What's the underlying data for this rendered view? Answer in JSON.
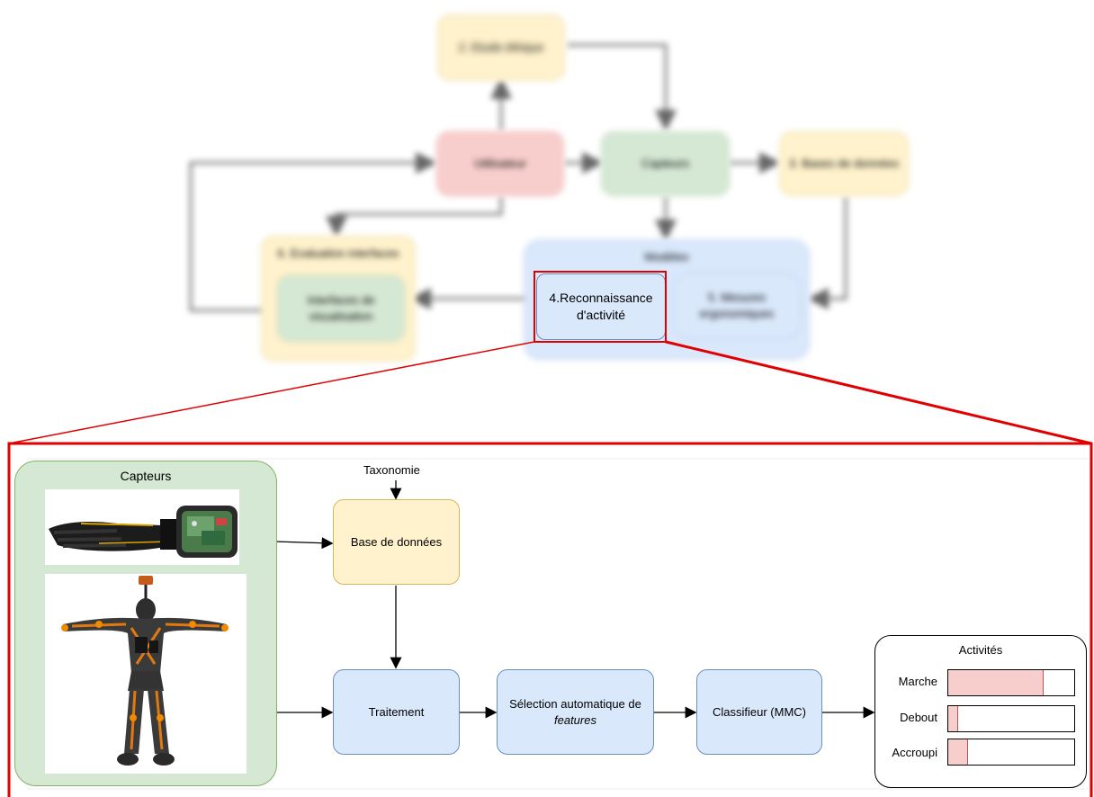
{
  "top_diagram": {
    "ethics": "2. Etude éthique",
    "user": "Utilisateur",
    "sensors": "Capteurs",
    "database": "3. Bases de données",
    "eval_group": "6. Evaluation interfaces",
    "interfaces": "Interfaces de visualisation",
    "models_group": "Modèles",
    "activity_recognition": "4.Reconnaissance d'activité",
    "ergonomic": "5. Mesures ergonomiques"
  },
  "detail": {
    "sensors_title": "Capteurs",
    "taxonomy": "Taxonomie",
    "database": "Base de données",
    "processing": "Traitement",
    "feature_selection_prefix": "Sélection automatique de",
    "feature_selection_em": "features",
    "classifier": "Classifieur (MMC)",
    "activities_title": "Activités",
    "activities": [
      {
        "label": "Marche",
        "value": 0.75
      },
      {
        "label": "Debout",
        "value": 0.07
      },
      {
        "label": "Accroupi",
        "value": 0.15
      }
    ]
  },
  "colors": {
    "highlight": "#e00000",
    "yellow": "#fff2cc",
    "blue": "#dae8fc",
    "green": "#d5e8d4",
    "red": "#f8cecc"
  }
}
